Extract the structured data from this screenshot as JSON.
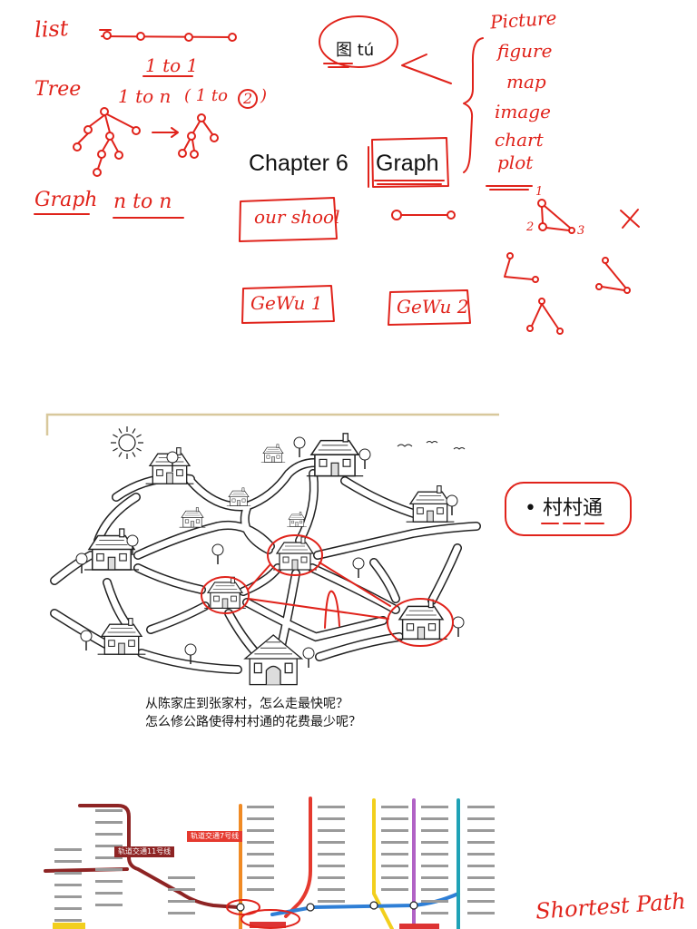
{
  "header": {
    "pinyin_label": "图 tú"
  },
  "title": {
    "prefix": "Chapter 6",
    "main": "Graph"
  },
  "notes": {
    "list_label": "list",
    "list_ratio": "1 to 1",
    "tree_label": "Tree",
    "tree_ratio": "1 to n",
    "tree_ratio_alt": {
      "open": "( 1 to",
      "number": "2",
      "close": ")"
    },
    "graph_label": "Graph",
    "graph_ratio": "n to n",
    "synonyms": [
      "Picture",
      "figure",
      "map",
      "image",
      "chart",
      "plot"
    ],
    "examples": [
      "our shool",
      "GeWu 1",
      "GeWu 2"
    ],
    "triangle_node_labels": [
      "1",
      "2",
      "3"
    ],
    "shortest_path": "Shortest Path"
  },
  "village_figure": {
    "caption_lines": [
      "从陈家庄到张家村，怎么走最快呢？",
      "怎么修公路使得村村通的花费最少呢？"
    ],
    "highlight_box": "村村通"
  },
  "metro_map": {
    "line_labels": [
      "轨道交通11号线",
      "轨道交通7号线"
    ],
    "line_colors": {
      "line11": "#8e2424",
      "line7": "#f08a24",
      "red": "#e53a2f",
      "yellow": "#f2cf1d",
      "blue": "#2f7fd6",
      "purple": "#b162c5",
      "teal": "#1fa2b6"
    }
  },
  "colors": {
    "ink_red": "#e0231b",
    "print_text": "#111111",
    "figure_frame": "#d8c89c"
  }
}
